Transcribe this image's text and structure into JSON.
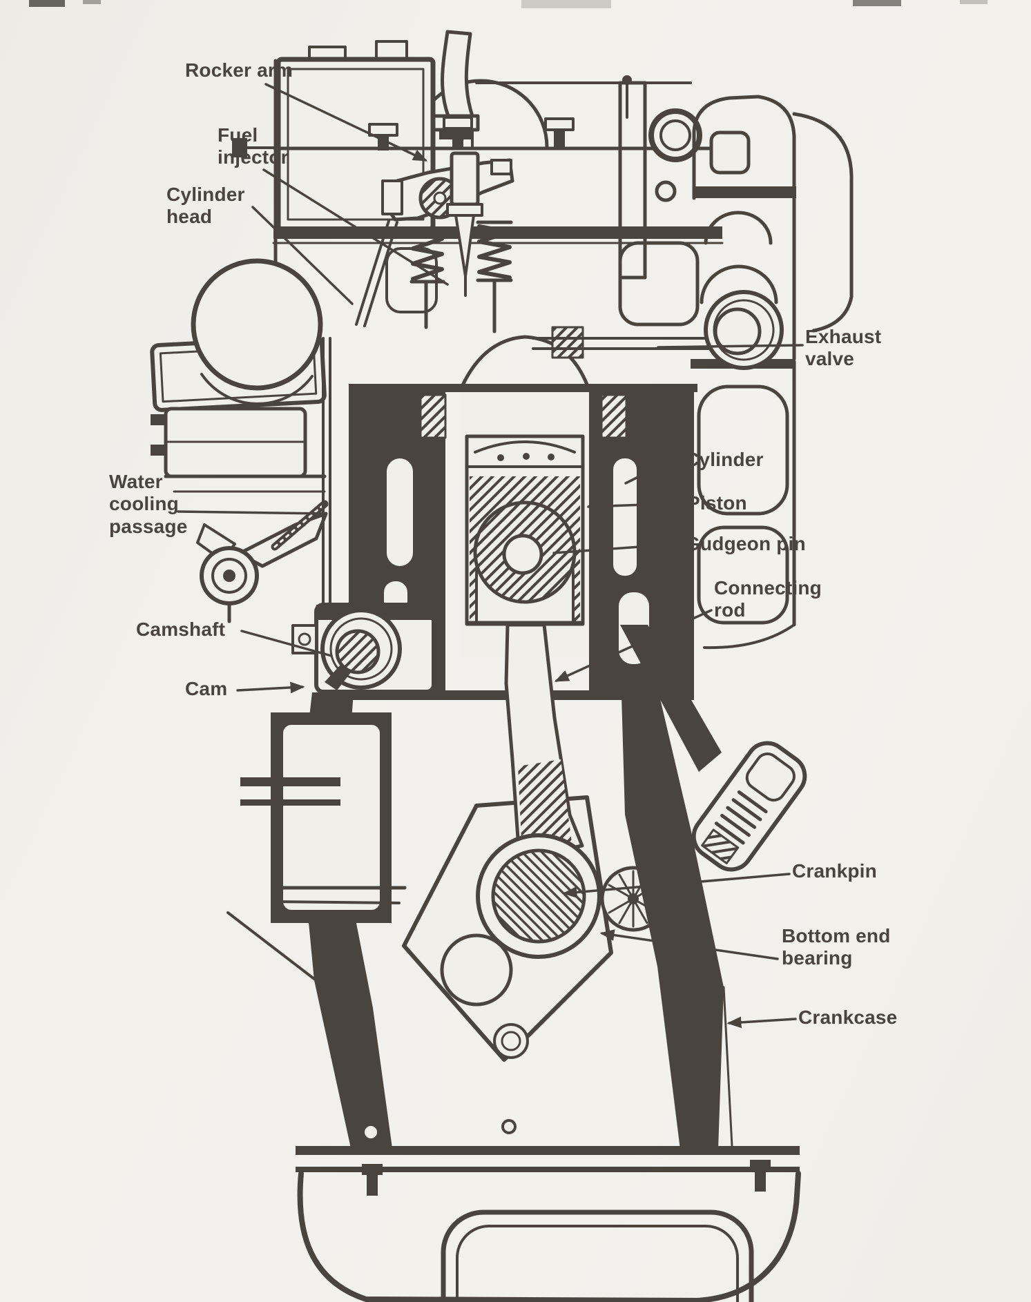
{
  "figure": {
    "description": "Cross-section line diagram of a marine diesel engine cylinder with labelled parts",
    "ink_color": "#4a443e",
    "paper_color": "#f1efea"
  },
  "labels": [
    {
      "id": "rocker-arm",
      "text": "Rocker arm"
    },
    {
      "id": "fuel-injector",
      "text": "Fuel\ninjector"
    },
    {
      "id": "cylinder-head",
      "text": "Cylinder\nhead"
    },
    {
      "id": "exhaust-valve",
      "text": "Exhaust\nvalve"
    },
    {
      "id": "water-cooling-passage",
      "text": "Water\ncooling\npassage"
    },
    {
      "id": "camshaft",
      "text": "Camshaft"
    },
    {
      "id": "cam",
      "text": "Cam"
    },
    {
      "id": "cylinder",
      "text": "Cylinder"
    },
    {
      "id": "piston",
      "text": "Piston"
    },
    {
      "id": "gudgeon-pin",
      "text": "Gudgeon pin"
    },
    {
      "id": "connecting-rod",
      "text": "Connecting\nrod"
    },
    {
      "id": "crankpin",
      "text": "Crankpin"
    },
    {
      "id": "bottom-end-bearing",
      "text": "Bottom end\nbearing"
    },
    {
      "id": "crankcase",
      "text": "Crankcase"
    }
  ]
}
